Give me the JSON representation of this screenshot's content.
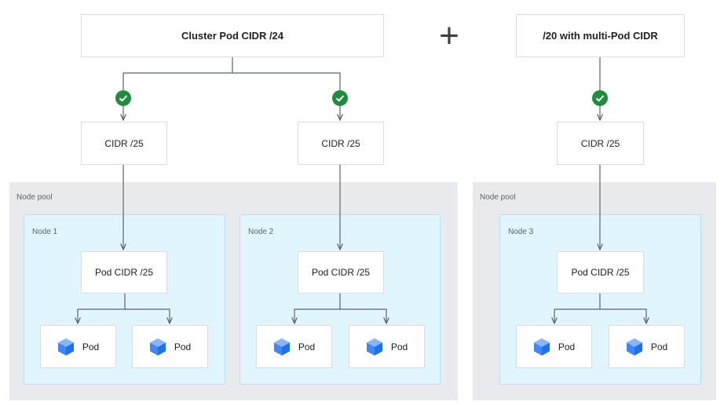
{
  "top": {
    "cluster_cidr": "Cluster Pod CIDR /24",
    "plus": "+",
    "multi_pod_cidr": "/20 with multi-Pod CIDR"
  },
  "cidr_boxes": [
    "CIDR /25",
    "CIDR /25",
    "CIDR /25"
  ],
  "node_pools": [
    {
      "label": "Node pool"
    },
    {
      "label": "Node pool"
    }
  ],
  "nodes": [
    {
      "label": "Node 1",
      "pod_cidr": "Pod CIDR /25",
      "pods": [
        "Pod",
        "Pod"
      ]
    },
    {
      "label": "Node 2",
      "pod_cidr": "Pod CIDR /25",
      "pods": [
        "Pod",
        "Pod"
      ]
    },
    {
      "label": "Node 3",
      "pod_cidr": "Pod CIDR /25",
      "pods": [
        "Pod",
        "Pod"
      ]
    }
  ],
  "icons": {
    "check": "check-circle-icon",
    "pod": "cube-icon"
  },
  "colors": {
    "check": "#1e8e3e",
    "pod_cube": "#4285f4",
    "node_bg": "#e1f5fe",
    "pool_bg": "#e8eaed"
  }
}
